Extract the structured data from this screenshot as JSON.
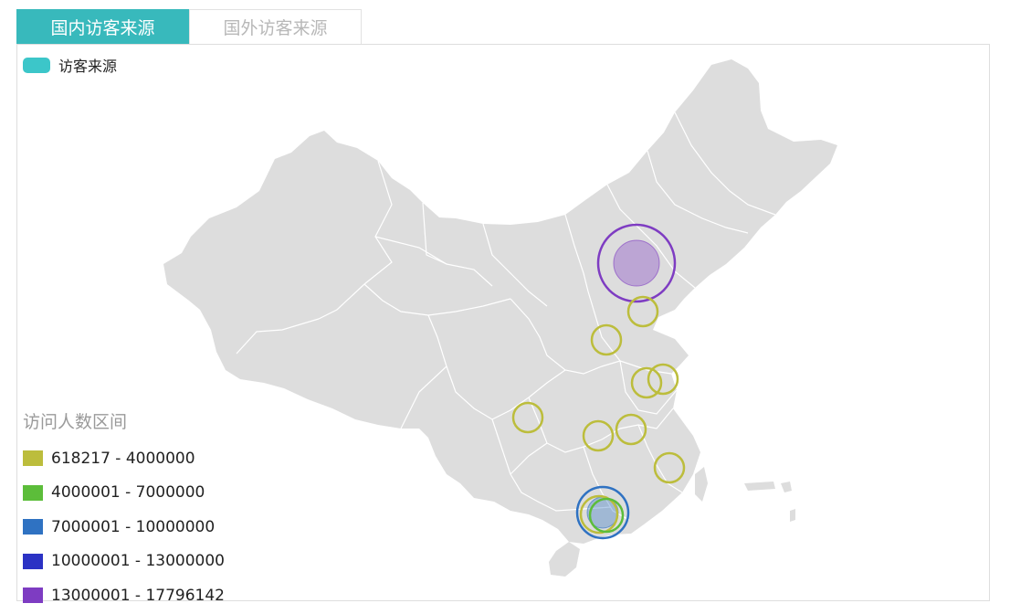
{
  "tabs": [
    {
      "label": "国内访客来源",
      "active": true
    },
    {
      "label": "国外访客来源",
      "active": false
    }
  ],
  "series_legend": {
    "label": "访客来源",
    "color": "#3cc6c9"
  },
  "range_legend": {
    "title": "访问人数区间",
    "items": [
      {
        "label": "618217 - 4000000",
        "color": "#bcbd3c"
      },
      {
        "label": "4000001 - 7000000",
        "color": "#5cbd3a"
      },
      {
        "label": "7000001 - 10000000",
        "color": "#2f72c2"
      },
      {
        "label": "10000001 - 13000000",
        "color": "#2b32c4"
      },
      {
        "label": "13000001 - 17796142",
        "color": "#7e3cc2"
      }
    ]
  },
  "map": {
    "land_color": "#dddddd",
    "border_color": "#ffffff",
    "markers": [
      {
        "region": "北京",
        "range": 4
      },
      {
        "region": "天津",
        "range": 0
      },
      {
        "region": "河南",
        "range": 0
      },
      {
        "region": "安徽",
        "range": 0
      },
      {
        "region": "江苏",
        "range": 0
      },
      {
        "region": "四川",
        "range": 0
      },
      {
        "region": "湖南",
        "range": 0
      },
      {
        "region": "江西",
        "range": 0
      },
      {
        "region": "福建",
        "range": 0
      },
      {
        "region": "广东",
        "range": 2
      }
    ]
  }
}
